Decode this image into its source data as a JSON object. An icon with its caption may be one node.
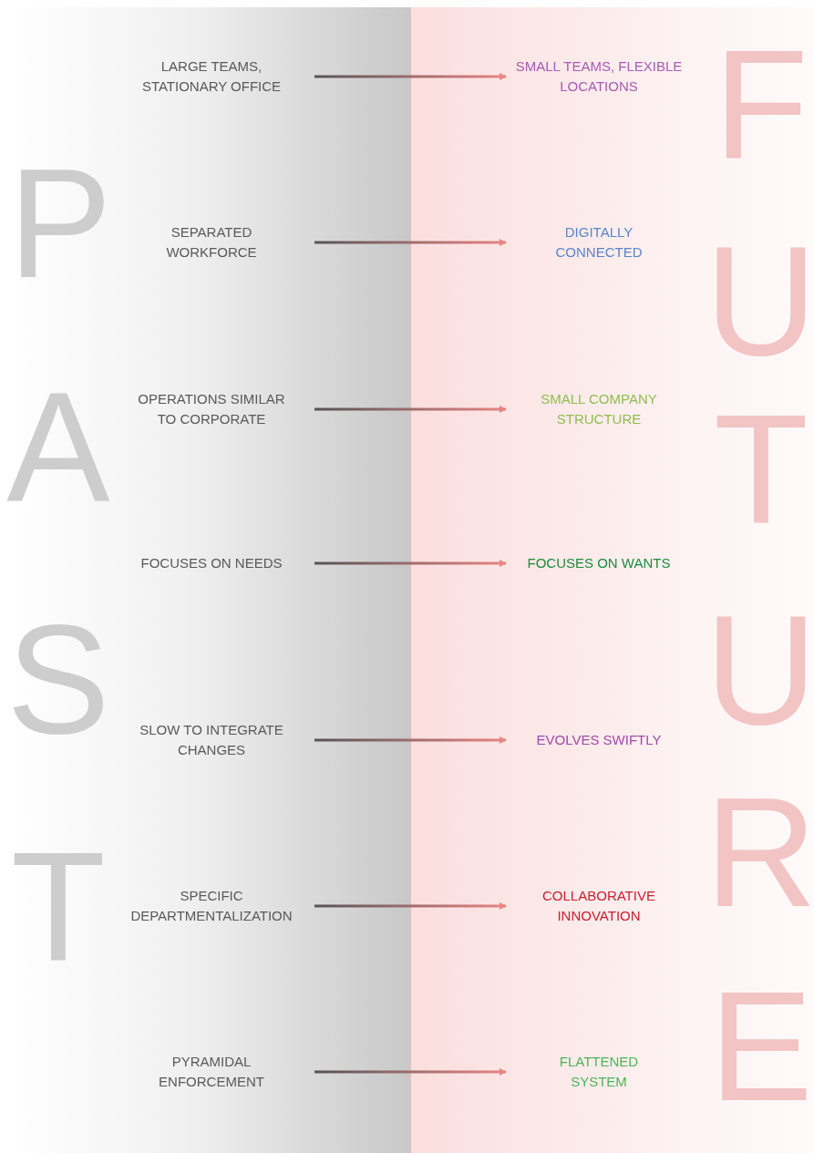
{
  "diagram": {
    "nodes": [
      {
        "text": [
          "LARGE TEAMS, STATIONARY OFFICE"
        ]
      },
      {
        "text": [
          "SEPARATED WORKFORCE"
        ]
      },
      {
        "text": [
          "OPERATIONS SIMILAR TO CORPORATE"
        ]
      },
      {
        "text": [
          "FOCUSES ON NEEDS"
        ]
      },
      {
        "text": [
          "SLOW TO INTEGRATE CHANGES"
        ]
      },
      {
        "text": [
          "SPECIFIC DEPARTMENTALIZATION"
        ]
      },
      {
        "text": [
          "PYRAMIDAL ENFORCEMENT"
        ]
      },
      {
        "text": [
          "SMALL TEAMS, FLEXIBLE LOCATIONS"
        ]
      },
      {
        "text": [
          "DIGITALLY CONNECTED"
        ]
      },
      {
        "text": [
          "SMALL COMPANY STRUCTURE"
        ]
      },
      {
        "text": [
          "FOCUSES ON WANTS"
        ]
      },
      {
        "text": [
          "EVOLVES SWIFTLY"
        ]
      },
      {
        "text": [
          "COLLABORATIVE INNOVATION"
        ]
      },
      {
        "text": [
          "FLATTENED SYSTEM"
        ]
      }
    ],
    "edges": [
      {
        "from": 0,
        "to": 7,
        "arrow": "to"
      },
      {
        "from": 1,
        "to": 8,
        "arrow": "to"
      },
      {
        "from": 2,
        "to": 9,
        "arrow": "to"
      },
      {
        "from": 3,
        "to": 10,
        "arrow": "to"
      },
      {
        "from": 4,
        "to": 11,
        "arrow": "to"
      },
      {
        "from": 5,
        "to": 12,
        "arrow": "to"
      },
      {
        "from": 6,
        "to": 13,
        "arrow": "to"
      }
    ],
    "labels": [
      "F",
      "P",
      "U",
      "A",
      "T",
      "U",
      "S",
      "R",
      "T",
      "E"
    ]
  }
}
